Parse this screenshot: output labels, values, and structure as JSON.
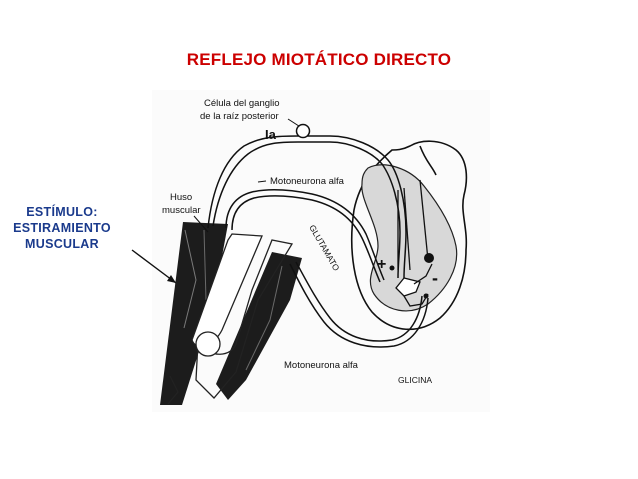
{
  "title": "REFLEJO MIOTÁTICO DIRECTO",
  "stimulus": {
    "line1": "ESTÍMULO:",
    "line2": "ESTIRAMIENTO",
    "line3": "MUSCULAR"
  },
  "labels": {
    "ganglion_1": "Célula del ganglio",
    "ganglion_2": "de la raíz posterior",
    "ia": "Ia",
    "spindle_1": "Huso",
    "spindle_2": "muscular",
    "motor_top": "Motoneurona alfa",
    "motor_bottom": "Motoneurona alfa",
    "glutamate": "GLUTAMATO",
    "glycine": "GLICINA",
    "plus": "+",
    "minus": "-"
  },
  "colors": {
    "title": "#cc0000",
    "stimulus": "#1a3a8c",
    "ink": "#111111",
    "muscle": "#1c1c1c"
  }
}
